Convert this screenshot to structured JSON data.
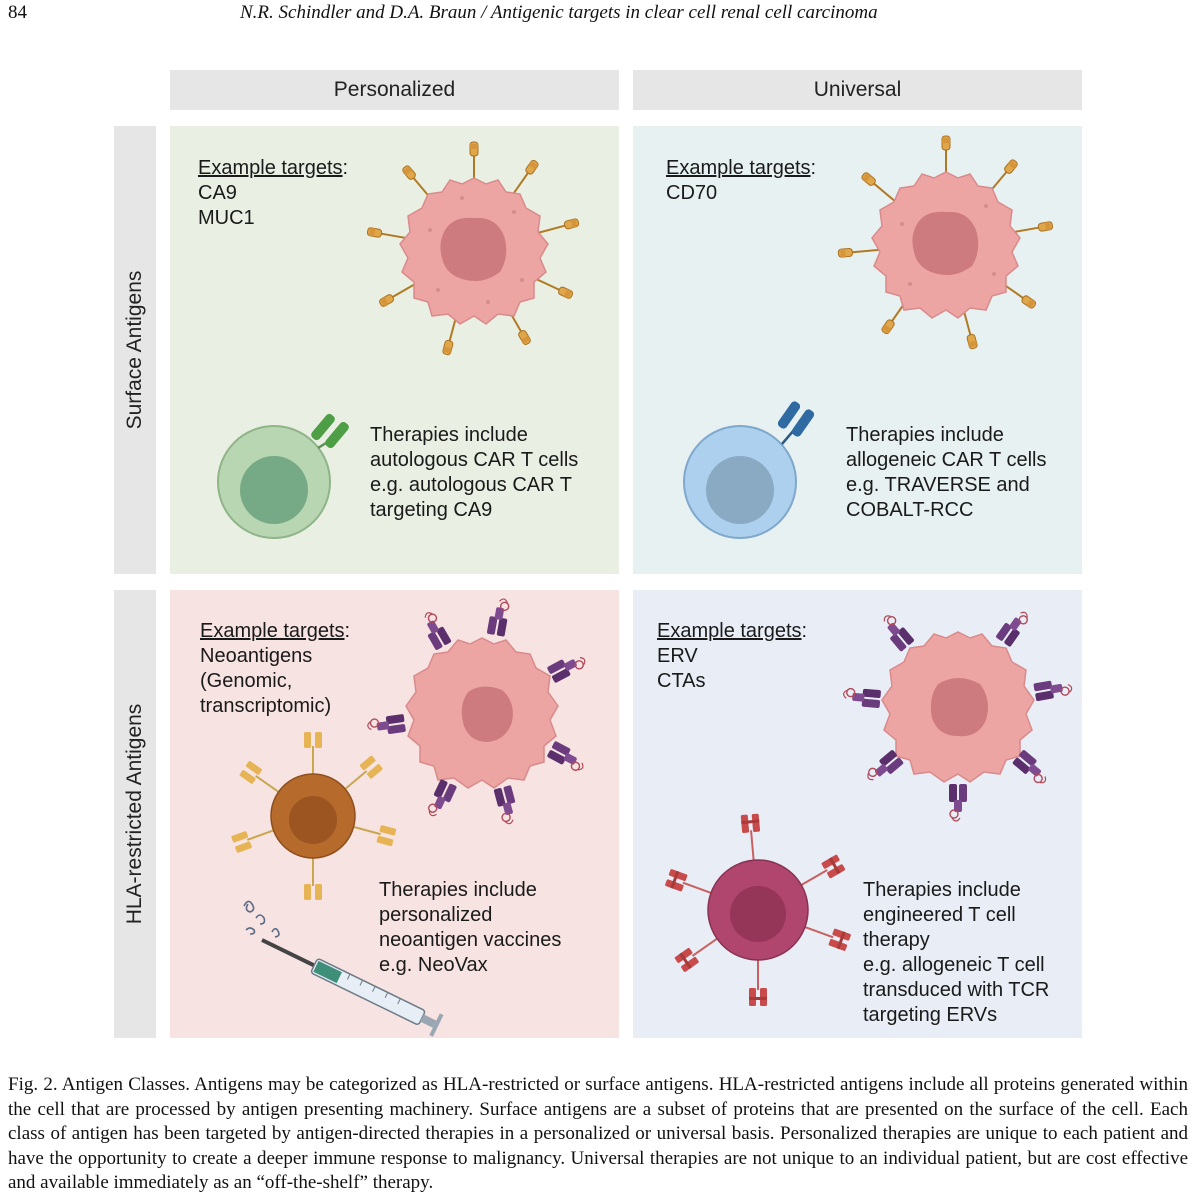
{
  "running_head": {
    "page_number": "84",
    "title": "N.R. Schindler and D.A. Braun / Antigenic targets in clear cell renal cell carcinoma"
  },
  "figure": {
    "columns": [
      "Personalized",
      "Universal"
    ],
    "rows": [
      "Surface Antigens",
      "HLA-restricted Antigens"
    ],
    "panels": {
      "surface_personalized": {
        "heading": "Example targets",
        "targets": "CA9\nMUC1",
        "therapy": "Therapies include\nautologous CAR T cells\ne.g. autologous CAR T\ntargeting CA9"
      },
      "surface_universal": {
        "heading": "Example targets",
        "targets": "CD70",
        "therapy": "Therapies include\nallogeneic CAR T cells\ne.g. TRAVERSE and\nCOBALT-RCC"
      },
      "hla_personalized": {
        "heading": "Example targets",
        "targets": "Neoantigens\n (Genomic,\ntranscriptomic)",
        "therapy": "Therapies include\npersonalized\nneoantigen vaccines\ne.g. NeoVax"
      },
      "hla_universal": {
        "heading": "Example targets",
        "targets": "ERV\nCTAs",
        "therapy": "Therapies include\nengineered T cell\ntherapy\ne.g. allogeneic T cell\ntransduced with TCR\ntargeting ERVs"
      }
    },
    "colors": {
      "surface_personalized_bg": "#e9f0e3",
      "surface_universal_bg": "#e8f1f1",
      "hla_personalized_bg": "#f6e3e2",
      "hla_universal_bg": "#e9edf6",
      "header_bg": "#e6e6e6",
      "tumor_cell": "#eda5a4",
      "tumor_nucleus": "#d07c7f",
      "surface_antigen": "#e0a64a",
      "hla_molecule": "#6b3c7d",
      "car_t_green": "#b9d6b3",
      "car_t_blue": "#acd0ee",
      "apc_brown": "#b66a2c",
      "tcr_t_cell": "#b0456d"
    }
  },
  "caption": "Fig. 2. Antigen Classes. Antigens may be categorized as HLA-restricted or surface antigens. HLA-restricted antigens include all proteins generated within the cell that are processed by antigen presenting machinery. Surface antigens are a subset of proteins that are presented on the surface of the cell. Each class of antigen has been targeted by antigen-directed therapies in a personalized or universal basis. Personalized therapies are unique to each patient and have the opportunity to create a deeper immune response to malignancy. Universal therapies are not unique to an individual patient, but are cost effective and available immediately as an “off-the-shelf” therapy."
}
